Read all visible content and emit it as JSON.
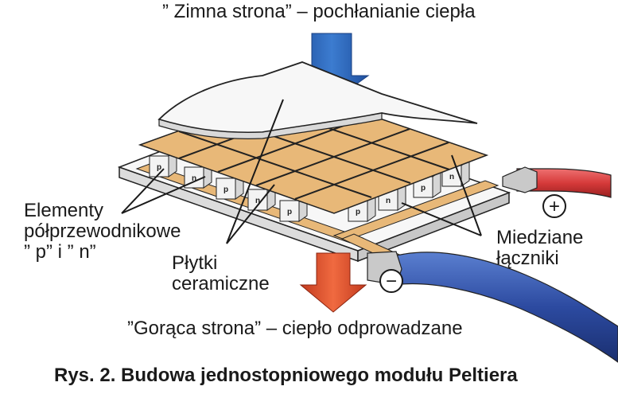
{
  "labels": {
    "cold_side": "” Zimna strona”  –  pochłanianie ciepła",
    "hot_side": "”Gorąca strona”  –  ciepło odprowadzane",
    "semiconductors_line1": "Elementy",
    "semiconductors_line2": "półprzewodnikowe",
    "semiconductors_line3": "” p” i ” n”",
    "ceramic_line1": "Płytki",
    "ceramic_line2": "ceramiczne",
    "copper_line1": "Miedziane",
    "copper_line2": "łączniki",
    "plus_sign": "+",
    "minus_sign": "−"
  },
  "element_letters": {
    "p": "p",
    "n": "n"
  },
  "caption": "Rys. 2.  Budowa jednostopniowego modułu Peltiera",
  "colors": {
    "copper": "#e8b878",
    "copper_dark": "#c9955a",
    "cube_top": "#f3f3f3",
    "cube_side": "#d6d6d6",
    "ceramic": "#f7f7f7",
    "arrow_blue": "#2a63b8",
    "arrow_red": "#e2502c",
    "wire_red": "#d63a3a",
    "wire_blue": "#2c4aa0"
  }
}
